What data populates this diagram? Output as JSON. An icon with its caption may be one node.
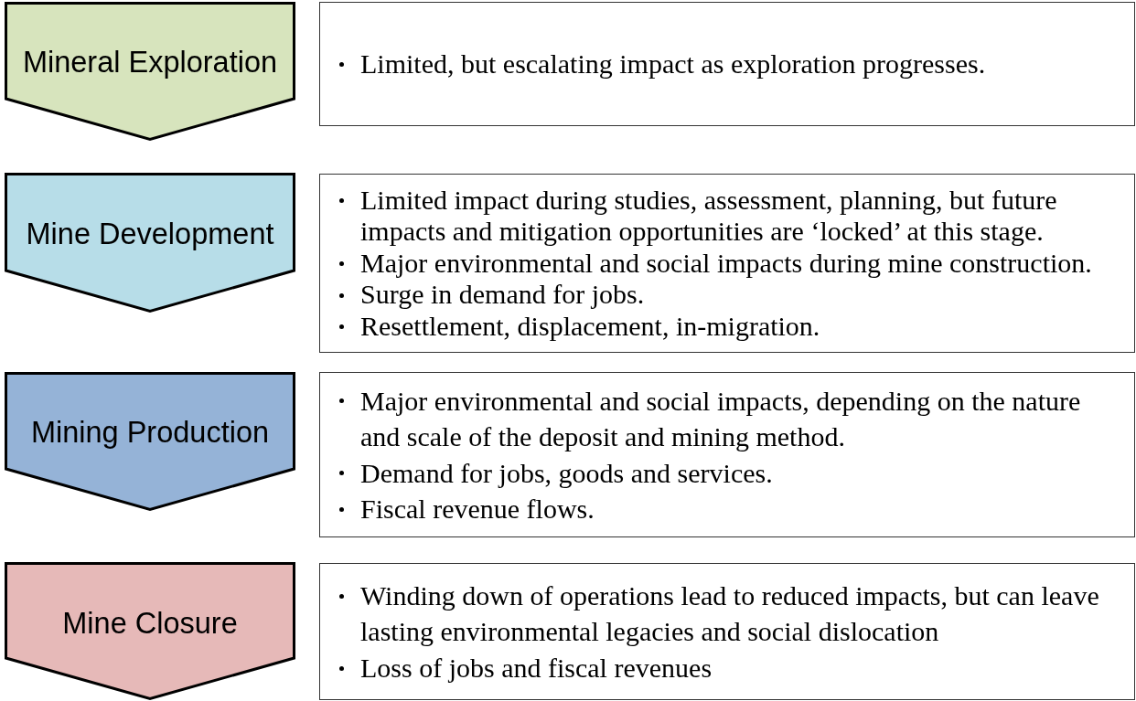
{
  "diagram": {
    "nodes": [
      {
        "text": [
          "Mineral Exploration"
        ]
      },
      {
        "text": [
          "Limited, but escalating impact as exploration progresses."
        ]
      },
      {
        "text": [
          "Mine Development"
        ]
      },
      {
        "text": [
          "Limited impact during studies, assessment, planning, but future impacts and mitigation opportunities are ‘locked’ at this stage.",
          "Major environmental and social impacts during mine construction.",
          "Surge in demand for jobs.",
          "Resettlement, displacement, in-migration."
        ]
      },
      {
        "text": [
          "Mining Production"
        ]
      },
      {
        "text": [
          "Major environmental and social impacts, depending on the nature and scale of the deposit and mining method.",
          "Demand for jobs, goods and services.",
          "Fiscal revenue flows."
        ]
      },
      {
        "text": [
          "Mine Closure"
        ]
      },
      {
        "text": [
          "Winding down of operations lead to reduced impacts, but can leave lasting environmental legacies and social dislocation",
          "Loss of jobs and fiscal revenues"
        ]
      }
    ]
  }
}
